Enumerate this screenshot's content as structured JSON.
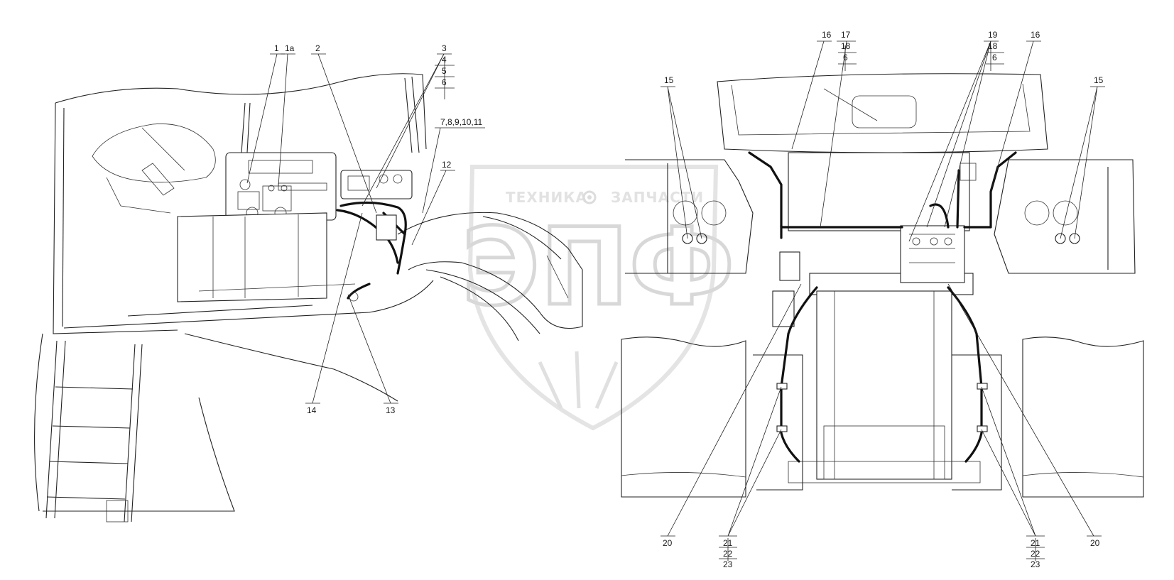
{
  "watermark": {
    "brand_left": "ТЕХНИКА",
    "brand_right": "ЗАПЧАСТИ",
    "logo_letters": "ЭПФ"
  },
  "callouts_left": {
    "c1": "1",
    "c1a": "1а",
    "c2": "2",
    "c3": "3",
    "c4": "4",
    "c5": "5",
    "c6": "6",
    "c7": "7,8,9,10,11",
    "c12": "12",
    "c13": "13",
    "c14": "14"
  },
  "callouts_right": {
    "c16a": "16",
    "c17": "17",
    "c18a": "18",
    "c6a": "6",
    "c19": "19",
    "c18b": "18",
    "c6b": "6",
    "c16b": "16",
    "c15a": "15",
    "c15b": "15",
    "c20a": "20",
    "c20b": "20",
    "c21a": "21",
    "c22a": "22",
    "c23a": "23",
    "c21b": "21",
    "c22b": "22",
    "c23b": "23"
  }
}
